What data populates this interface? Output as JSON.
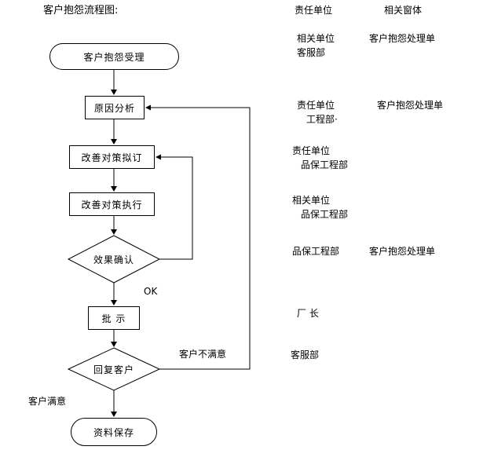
{
  "title": "客户抱怨流程图:",
  "columns": {
    "responsible": "责任单位",
    "forms": "相关窗体"
  },
  "nodes": {
    "start": "客户抱怨受理",
    "cause_analysis": "原因分析",
    "countermeasure_draft": "改善对策拟订",
    "countermeasure_execute": "改善对策执行",
    "effect_confirm": "效果确认",
    "approval": "批 示",
    "reply_customer": "回复客户",
    "data_save": "资料保存"
  },
  "edge_labels": {
    "ok": "OK",
    "customer_unsatisfied": "客户不满意",
    "customer_satisfied": "客户满意"
  },
  "annotations": {
    "start_unit": [
      "相关单位",
      "客服部"
    ],
    "start_form": "客户抱怨处理单",
    "cause_unit": [
      "责任单位",
      "工程部·"
    ],
    "cause_form": "客户抱怨处理单",
    "draft_unit": [
      "责任单位",
      "品保工程部"
    ],
    "execute_unit": [
      "相关单位",
      "品保工程部"
    ],
    "effect_unit": "品保工程部",
    "effect_form": "客户抱怨处理单",
    "approval_unit": "厂 长",
    "reply_unit": "客服部"
  }
}
